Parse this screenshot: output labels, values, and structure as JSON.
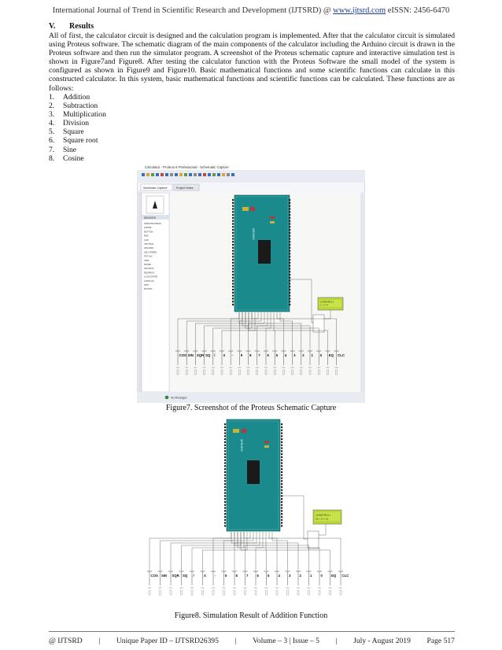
{
  "header": {
    "text": "International Journal of Trend in Scientific Research and Development (IJTSRD) @ ",
    "link": "www.ijtsrd.com",
    "issn": " eISSN: 2456-6470"
  },
  "section": {
    "number": "V.",
    "title": "Results"
  },
  "paragraph": "All of first, the calculator circuit is designed and the calculation program is implemented. After that the calculator circuit is simulated using Proteus software. The schematic diagram of the main components of the calculator including the Arduino circuit is drawn in the Proteus software and then run the simulator program. A screenshot of the Proteus schematic capture and interactive simulation test is shown in Figure7and Figure8. After testing the calculator function with the Proteus Software the small model of the system is configured as shown in Figure9 and Figure10. Basic mathematical functions and some scientific functions can calculate in this constructed calculator. In this system, basic mathematical functions and scientific functions can be calculated. These functions are as follows:",
  "functions": [
    {
      "n": "1.",
      "label": "Addition"
    },
    {
      "n": "2.",
      "label": "Subtraction"
    },
    {
      "n": "3.",
      "label": "Multiplication"
    },
    {
      "n": "4.",
      "label": "Division"
    },
    {
      "n": "5.",
      "label": "Square"
    },
    {
      "n": "6.",
      "label": "Square root"
    },
    {
      "n": "7.",
      "label": "Sine"
    },
    {
      "n": "8.",
      "label": "Cosine"
    }
  ],
  "figure7": {
    "caption": "Figure7. Screenshot of the Proteus Schematic Capture",
    "title_bar": "Calculator - Proteus 8 Professional - Schematic Capture",
    "tabs": [
      "Schematic Capture",
      "Project Notes"
    ],
    "panel_label": "DEVICES",
    "devices": [
      "ARDUINO MEGA",
      "LM016L",
      "BUTTON",
      "RES",
      "CAP",
      "CRYSTAL",
      "LED-RED",
      "LED-GREEN",
      "POT-HG",
      "7805",
      "DIODE",
      "SW-SPST",
      "RESPACK",
      "LOGICSTATE",
      "CONN-H2",
      "NPN",
      "MOTOR"
    ],
    "buttons": [
      "COS",
      "SIN",
      "SQR",
      "SQ",
      "/",
      "X",
      "-",
      "9",
      "8",
      "7",
      "6",
      "5",
      "4",
      "3",
      "2",
      "1",
      "0",
      "EQ",
      "CLC"
    ],
    "status": "No Messages",
    "lcd": [
      "123456789 0.1",
      "1 + 3 = 4"
    ]
  },
  "figure8": {
    "caption": "Figure8. Simulation Result of Addition Function",
    "buttons": [
      "COS",
      "SIN",
      "SQR",
      "SQ",
      "/",
      "X",
      "-",
      "9",
      "8",
      "7",
      "6",
      "5",
      "4",
      "3",
      "2",
      "1",
      "0",
      "EQ",
      "CLC"
    ],
    "lcd": [
      "123456789 0.1",
      "24 + 17 = 41"
    ]
  },
  "footer": {
    "left": "@ IJTSRD",
    "id": "Unique Paper ID – IJTSRD26395",
    "vol": "Volume – 3 | Issue – 5",
    "date": "July - August 2019",
    "page": "Page 517"
  }
}
